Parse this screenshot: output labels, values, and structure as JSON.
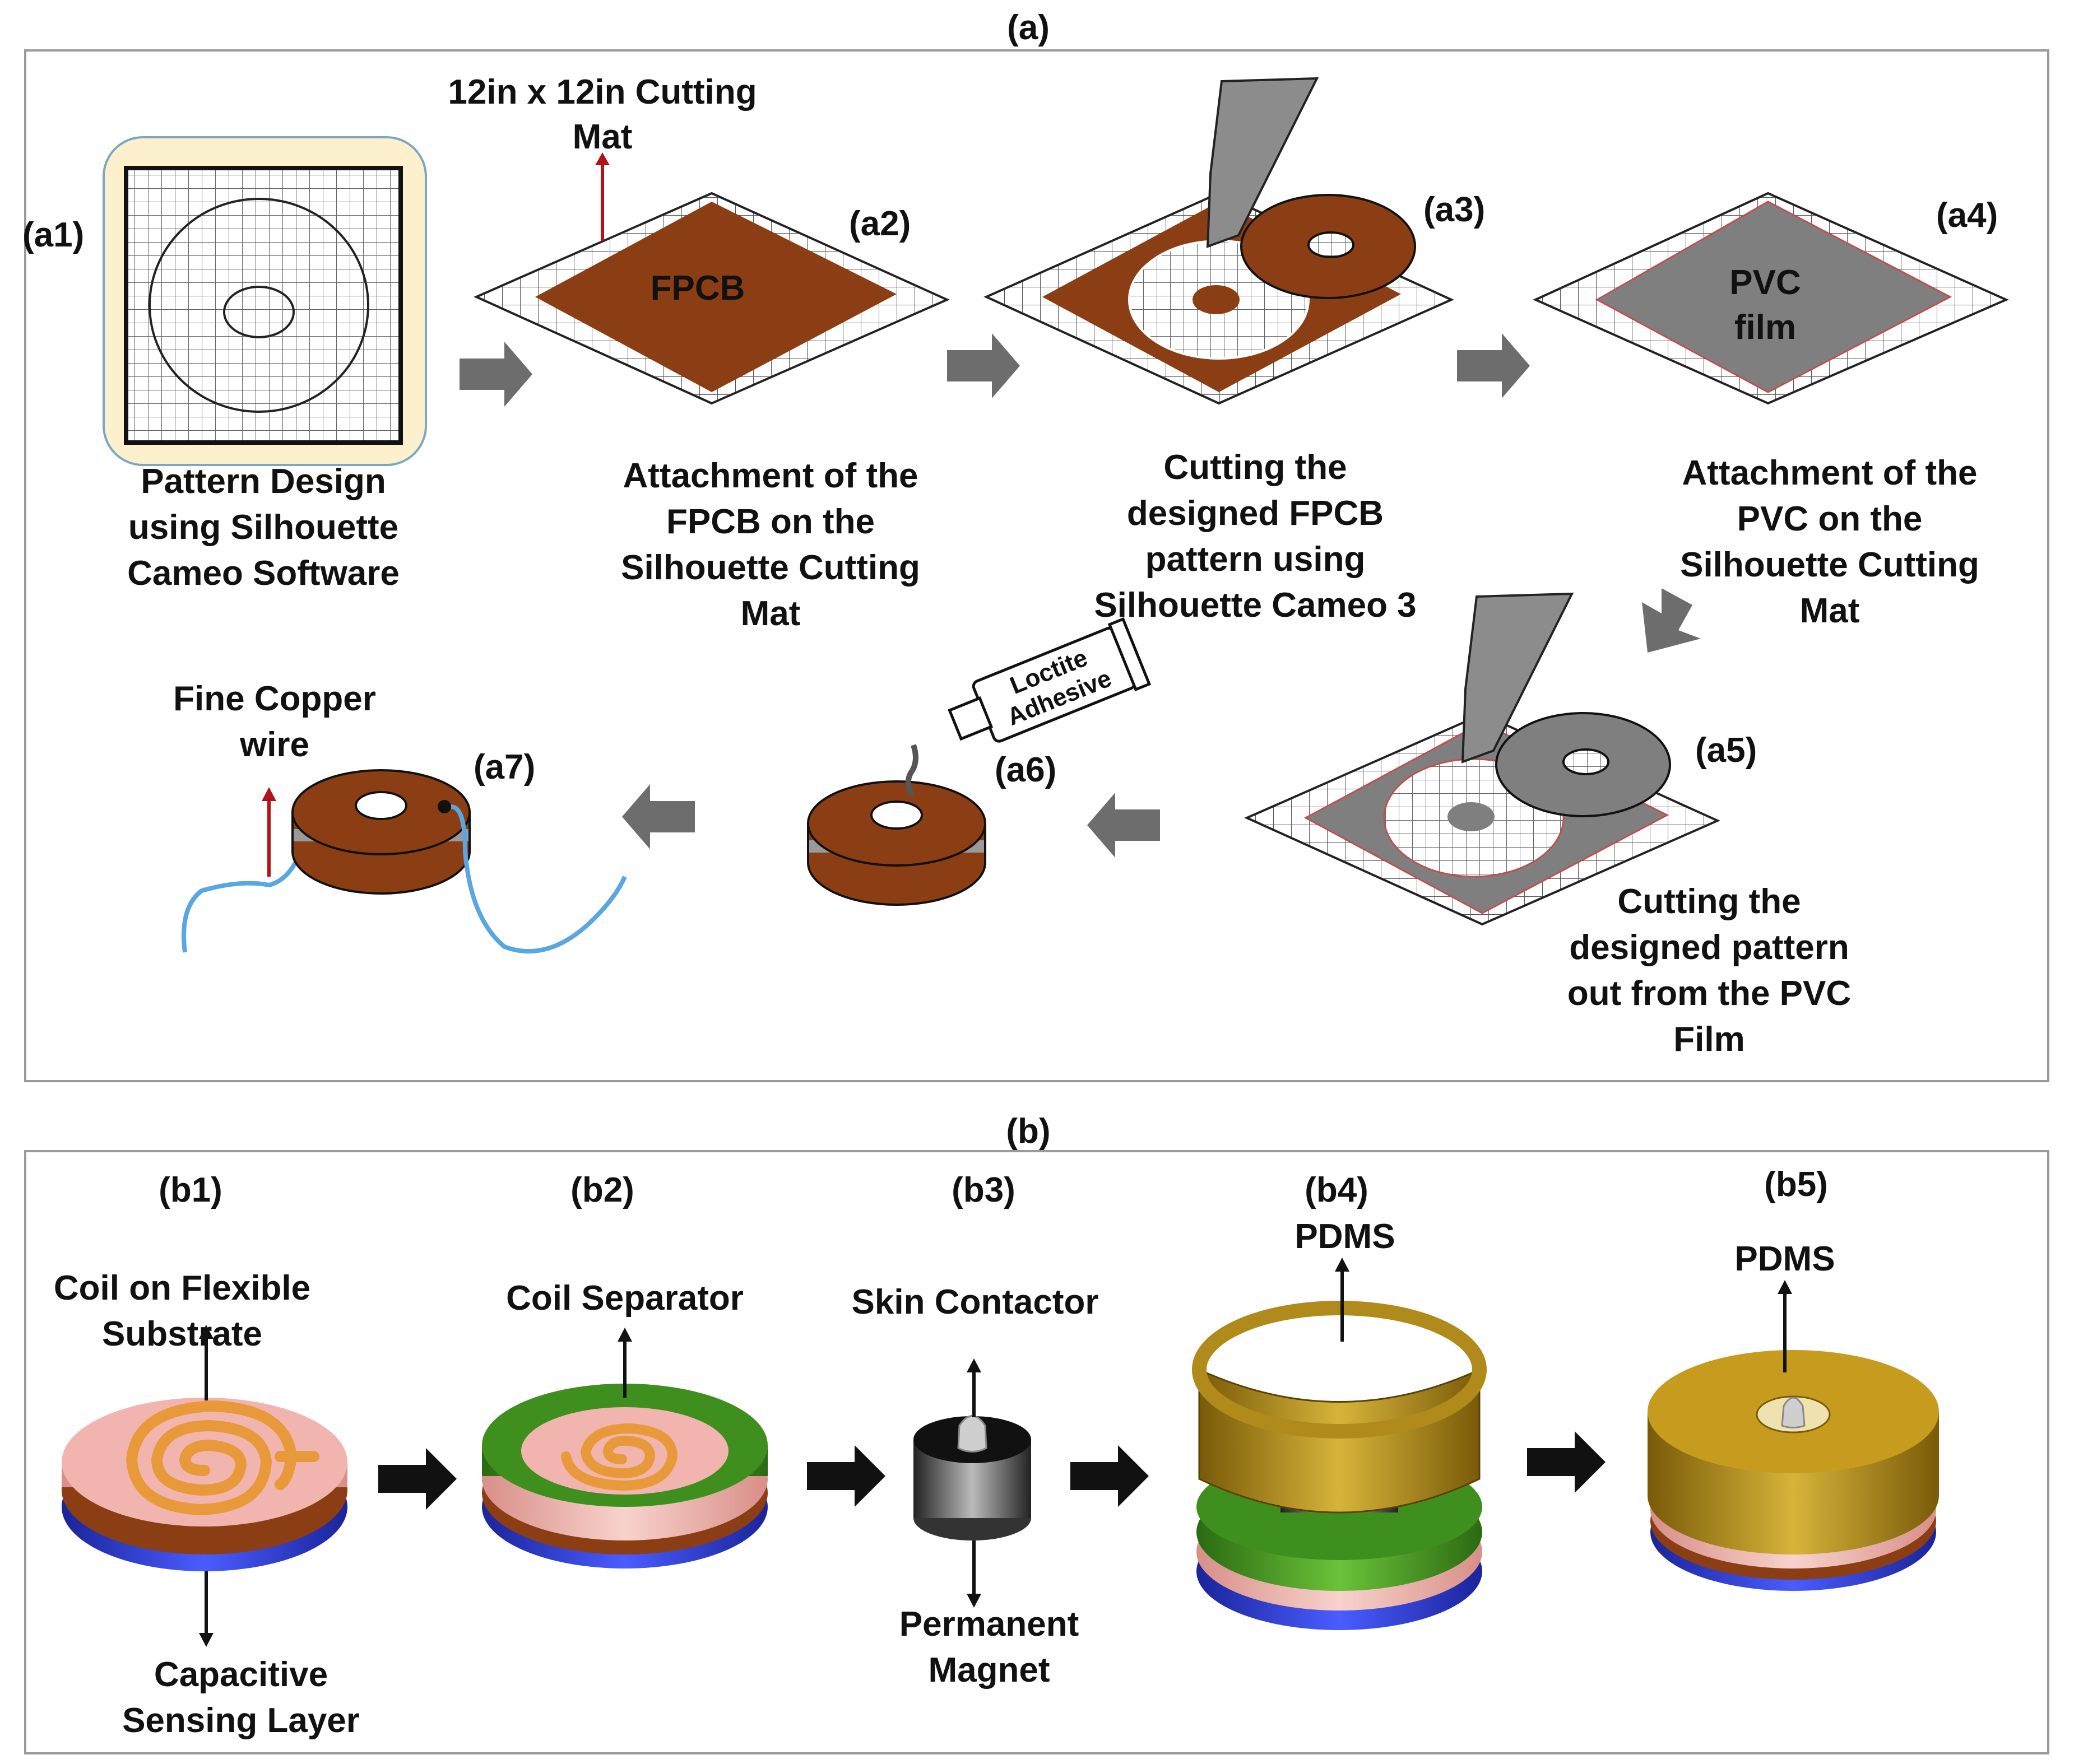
{
  "panel_a": {
    "title": "(a)",
    "steps": {
      "a1": {
        "tag": "(a1)",
        "caption": [
          "Pattern Design",
          "using  Silhouette",
          "Cameo  Software"
        ]
      },
      "a2": {
        "tag": "(a2)",
        "caption": [
          "Attachment of the",
          "FPCB on the",
          "Silhouette Cutting",
          "Mat"
        ],
        "sheet_label": "FPCB",
        "mat_label": [
          "12in x 12in Cutting",
          "Mat"
        ]
      },
      "a3": {
        "tag": "(a3)",
        "caption": [
          "Cutting the",
          "designed FPCB",
          "pattern using",
          "Silhouette Cameo 3"
        ]
      },
      "a4": {
        "tag": "(a4)",
        "caption": [
          "Attachment of the",
          "PVC on the",
          "Silhouette Cutting",
          "Mat"
        ],
        "sheet_label": [
          "PVC",
          "film"
        ]
      },
      "a5": {
        "tag": "(a5)",
        "caption": [
          "Cutting the",
          "designed pattern",
          "out from the PVC",
          "Film"
        ]
      },
      "a6": {
        "tag": "(a6)",
        "tube_label": [
          "Loctite",
          "Adhesive"
        ]
      },
      "a7": {
        "tag": "(a7)",
        "wire_label": [
          "Fine Copper",
          "wire"
        ]
      }
    }
  },
  "panel_b": {
    "title": "(b)",
    "steps": {
      "b1": {
        "tag": "(b1)",
        "top_label": [
          "Coil on Flexible",
          "Substrate"
        ],
        "bottom_label": [
          "Capacitive",
          "Sensing Layer"
        ]
      },
      "b2": {
        "tag": "(b2)",
        "top_label": "Coil Separator"
      },
      "b3": {
        "tag": "(b3)",
        "top_label": "Skin Contactor",
        "bottom_label": [
          "Permanent",
          "Magnet"
        ]
      },
      "b4": {
        "tag": "(b4)",
        "top_label": "PDMS"
      },
      "b5": {
        "tag": "(b5)",
        "top_label": "PDMS"
      }
    }
  },
  "colors": {
    "fpcb": "#8b3e14",
    "pvc": "#7f7f7f",
    "arrow": "#6d6d6d",
    "pink": "#f2b4ae",
    "blue": "#2a3bd8",
    "green": "#3f8f1f",
    "gold": "#b08a1a",
    "coil": "#e89a3a",
    "wire": "#5aa6e0",
    "red_arrow": "#b0141a",
    "a1_bg": "#fdf0cc"
  }
}
